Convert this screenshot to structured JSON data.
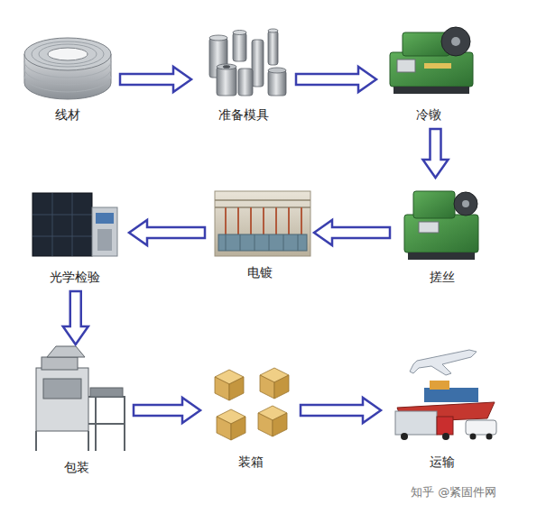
{
  "diagram": {
    "nodes": [
      {
        "text": [
          "线材"
        ]
      },
      {
        "text": [
          "准备模具"
        ]
      },
      {
        "text": [
          "冷镦"
        ]
      },
      {
        "text": [
          "搓丝"
        ]
      },
      {
        "text": [
          "电镀"
        ]
      },
      {
        "text": [
          "光学检验"
        ]
      },
      {
        "text": [
          "包装"
        ]
      },
      {
        "text": [
          "装箱"
        ]
      },
      {
        "text": [
          "运输"
        ]
      }
    ],
    "edges": [
      {
        "from": 0,
        "to": 1,
        "arrow": "to"
      },
      {
        "from": 1,
        "to": 2,
        "arrow": "to"
      },
      {
        "from": 2,
        "to": 3,
        "arrow": "to"
      },
      {
        "from": 3,
        "to": 4,
        "arrow": "to"
      },
      {
        "from": 4,
        "to": 5,
        "arrow": "to"
      },
      {
        "from": 5,
        "to": 6,
        "arrow": "to"
      },
      {
        "from": 6,
        "to": 7,
        "arrow": "to"
      },
      {
        "from": 7,
        "to": 8,
        "arrow": "to"
      }
    ],
    "labels": [
      "知乎 @紧固件网"
    ]
  }
}
